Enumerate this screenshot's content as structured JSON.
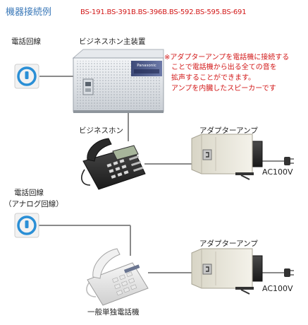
{
  "header": {
    "title": "機器接続例",
    "models": "BS-191.BS-391B.BS-396B.BS-592.BS-595.BS-691"
  },
  "labels": {
    "line1": "電話回線",
    "main_unit": "ビジネスホン主装置",
    "business_phone": "ビジネスホン",
    "amp1": "アダプターアンプ",
    "ac1": "AC100V",
    "line2_a": "電話回線",
    "line2_b": "（アナログ回線）",
    "amp2": "アダプターアンプ",
    "ac2": "AC100V",
    "single_phone": "一般単独電話機",
    "brand": "Panasonic"
  },
  "note": {
    "lines": [
      "※アダプターアンプを電話機に接続する",
      "ことで電話機から出る全ての音を",
      "拡声することができます。",
      "アンプを内臓したスピーカーです"
    ]
  },
  "colors": {
    "title": "#3a78b8",
    "accent_red": "#d21818",
    "wire": "#8a8a8a",
    "jack_blue": "#2a8fd6"
  }
}
